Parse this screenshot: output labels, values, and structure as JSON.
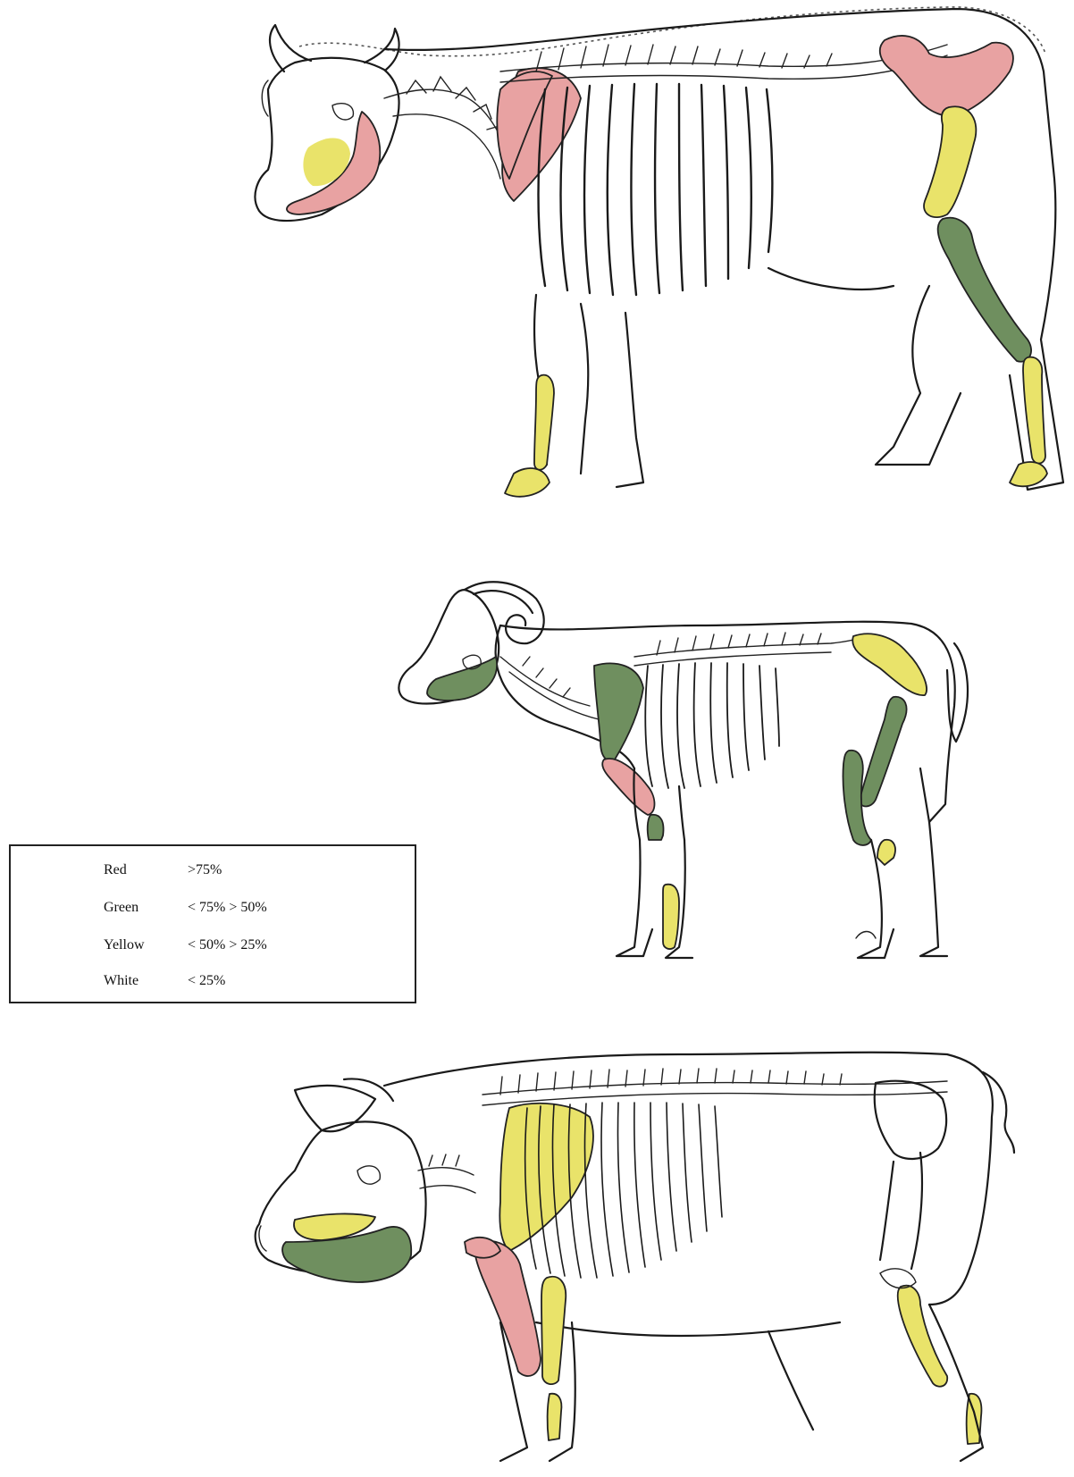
{
  "colors": {
    "red": "#e8a2a2",
    "green": "#6f8f5f",
    "yellow": "#e9e36a",
    "white": "#ffffff"
  },
  "animals": [
    {
      "name": "cow"
    },
    {
      "name": "sheep"
    },
    {
      "name": "pig"
    }
  ],
  "legend": {
    "rows": [
      {
        "label": "Red",
        "value": ">75%"
      },
      {
        "label": "Green",
        "value": "< 75% > 50%"
      },
      {
        "label": "Yellow",
        "value": "< 50% > 25%"
      },
      {
        "label": "White",
        "value": "< 25%"
      }
    ]
  }
}
